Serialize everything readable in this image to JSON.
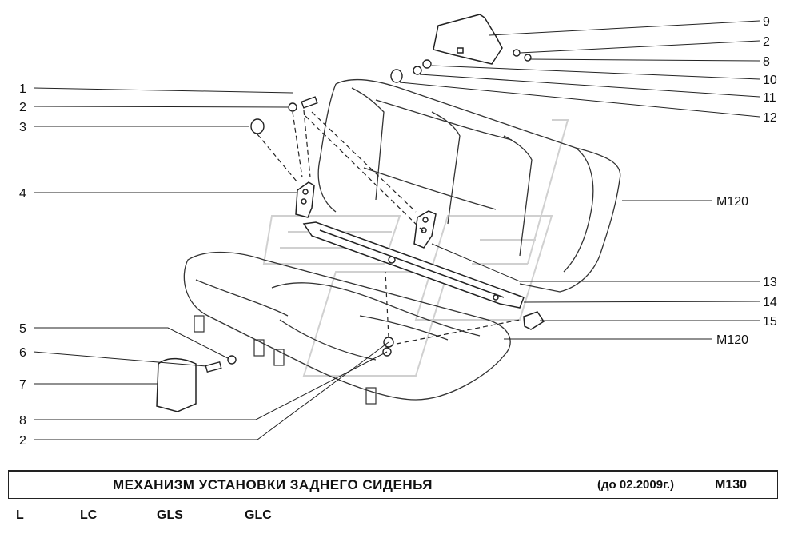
{
  "callouts_left": [
    "1",
    "2",
    "3",
    "4",
    "5",
    "6",
    "7",
    "8",
    "2"
  ],
  "callouts_right": [
    "9",
    "2",
    "8",
    "10",
    "11",
    "12",
    "M120",
    "13",
    "14",
    "15",
    "M120"
  ],
  "title": "МЕХАНИЗМ  УСТАНОВКИ  ЗАДНЕГО  СИДЕНЬЯ",
  "date_note": "(до 02.2009г.)",
  "code": "M130",
  "variants": [
    "L",
    "LC",
    "GLS",
    "GLC"
  ]
}
